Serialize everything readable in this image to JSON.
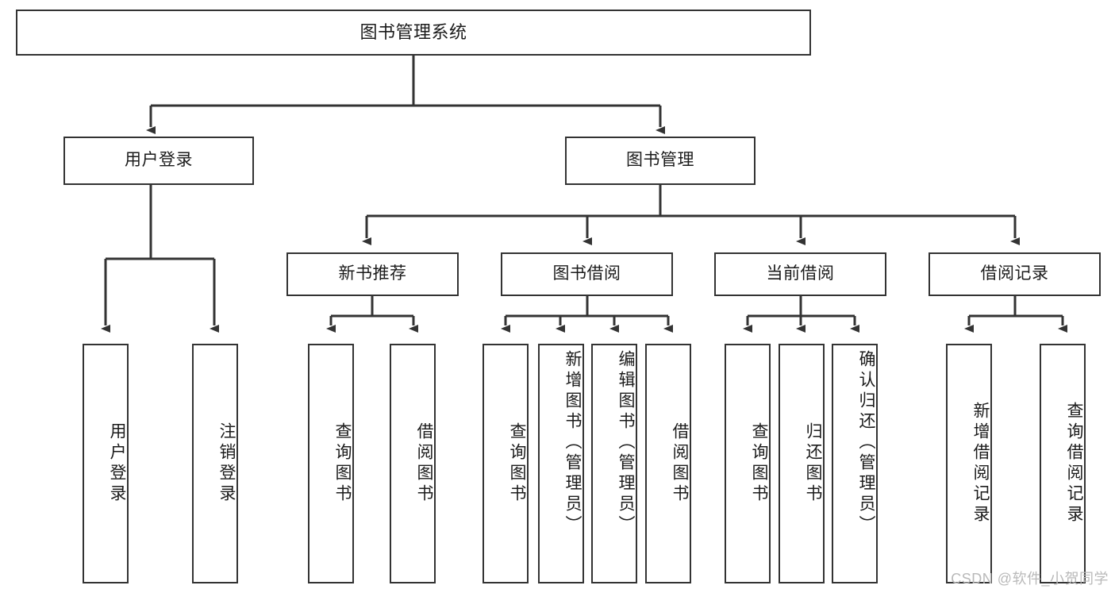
{
  "diagram": {
    "type": "tree-hierarchy-chart",
    "title": "图书管理系统",
    "root": {
      "id": "root",
      "label": "图书管理系统"
    },
    "level2": [
      {
        "id": "user-login",
        "label": "用户登录"
      },
      {
        "id": "book-management",
        "label": "图书管理"
      }
    ],
    "level3": [
      {
        "id": "new-book-recommend",
        "label": "新书推荐",
        "parent": "book-management"
      },
      {
        "id": "book-borrow",
        "label": "图书借阅",
        "parent": "book-management"
      },
      {
        "id": "current-borrow",
        "label": "当前借阅",
        "parent": "book-management"
      },
      {
        "id": "borrow-record",
        "label": "借阅记录",
        "parent": "book-management"
      }
    ],
    "leaves": {
      "user_login": [
        {
          "id": "leaf-user-login",
          "label": "用户登录"
        },
        {
          "id": "leaf-user-logout",
          "label": "注销登录"
        }
      ],
      "new_book_recommend": [
        {
          "id": "leaf-query-book-1",
          "label": "查询图书"
        },
        {
          "id": "leaf-borrow-book-1",
          "label": "借阅图书"
        }
      ],
      "book_borrow": [
        {
          "id": "leaf-query-book-2",
          "label": "查询图书"
        },
        {
          "id": "leaf-add-book",
          "label": "新增图书（管理员）"
        },
        {
          "id": "leaf-edit-book",
          "label": "编辑图书（管理员）"
        },
        {
          "id": "leaf-borrow-book-2",
          "label": "借阅图书"
        }
      ],
      "current_borrow": [
        {
          "id": "leaf-query-book-3",
          "label": "查询图书"
        },
        {
          "id": "leaf-return-book",
          "label": "归还图书"
        },
        {
          "id": "leaf-confirm-return",
          "label": "确认归还（管理员）"
        }
      ],
      "borrow_record": [
        {
          "id": "leaf-add-record",
          "label": "新增借阅记录"
        },
        {
          "id": "leaf-query-record",
          "label": "查询借阅记录"
        }
      ]
    }
  },
  "watermark": {
    "text": "CSDN @软件_小贺同学"
  },
  "colors": {
    "border": "#333333",
    "text": "#1b1b1b",
    "background": "#ffffff",
    "connector": "#333333",
    "watermark": "#b9b9b9"
  }
}
